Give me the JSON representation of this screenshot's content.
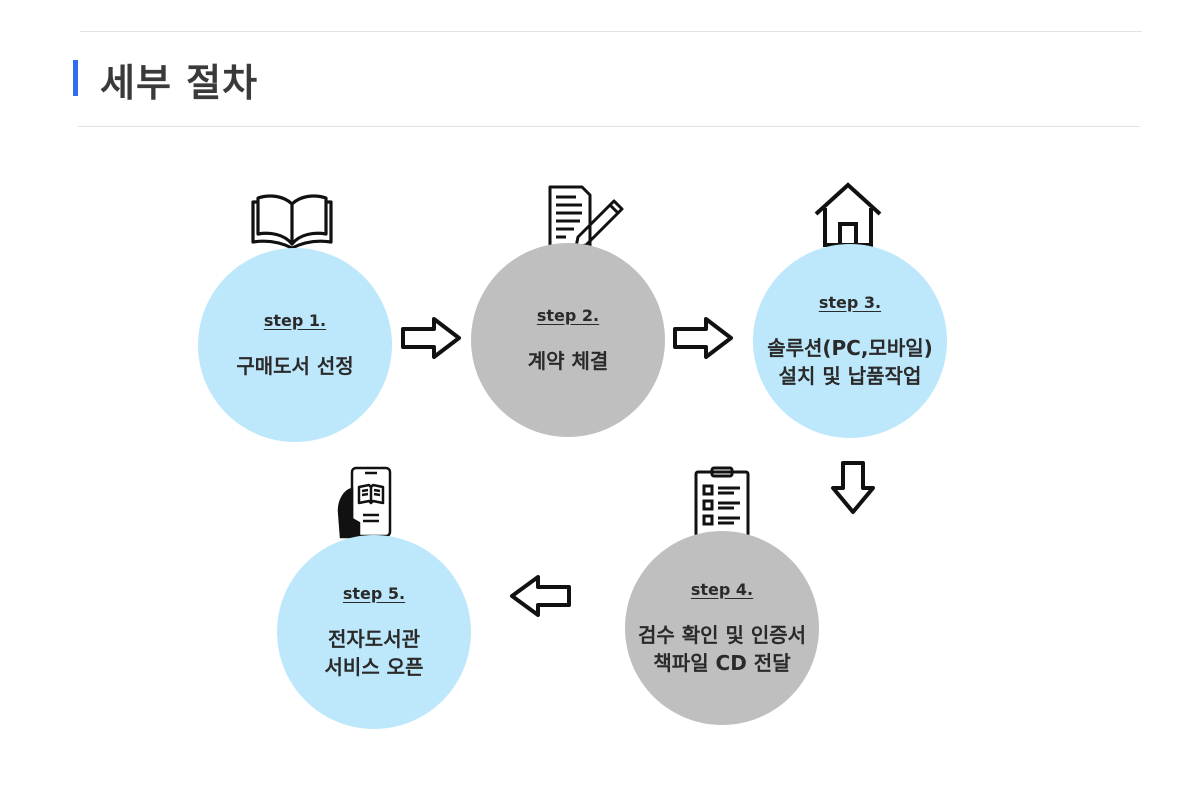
{
  "page": {
    "title": "세부 절차"
  },
  "colors": {
    "accent": "#2f6cf2",
    "step_blue": "#bde8fb",
    "step_gray": "#bfbfbf"
  },
  "steps": [
    {
      "label": "step 1.",
      "text": "구매도서 선정",
      "icon": "open-book-icon"
    },
    {
      "label": "step 2.",
      "text": "계약 체결",
      "icon": "document-pen-icon"
    },
    {
      "label": "step 3.",
      "text": "솔루션(PC,모바일)\n설치 및 납품작업",
      "icon": "house-icon"
    },
    {
      "label": "step 4.",
      "text": "검수 확인 및 인증서\n책파일 CD 전달",
      "icon": "clipboard-checklist-icon"
    },
    {
      "label": "step 5.",
      "text": "전자도서관\n서비스 오픈",
      "icon": "mobile-ebook-icon"
    }
  ],
  "arrows": [
    "arrow-right-icon",
    "arrow-right-icon",
    "arrow-down-icon",
    "arrow-left-icon"
  ]
}
